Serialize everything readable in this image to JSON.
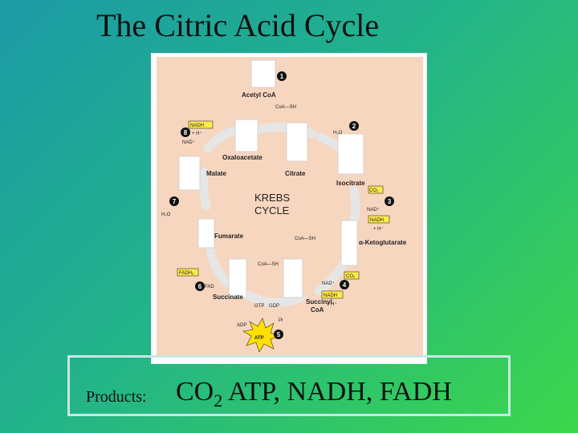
{
  "title": "The Citric Acid Cycle",
  "diagram": {
    "center_line1": "KREBS",
    "center_line2": "CYCLE",
    "compounds": {
      "acetyl_coa": "Acetyl CoA",
      "oxaloacetate": "Oxaloacetate",
      "citrate": "Citrate",
      "isocitrate": "Isocitrate",
      "alpha_ketoglutarate": "α-Ketoglutarate",
      "succinyl_coa_1": "Succinyl",
      "succinyl_coa_2": "CoA",
      "succinate": "Succinate",
      "fumarate": "Fumarate",
      "malate": "Malate"
    },
    "cofactors": {
      "coa_sh_top": "CoA—SH",
      "h2o_2": "H₂O",
      "co2_3": "CO₂",
      "nad_3": "NAD⁺",
      "nadh_3": "NADH",
      "h_3": "+ H⁺",
      "coa_sh_4": "CoA—SH",
      "co2_4": "CO₂",
      "nad_4": "NAD⁺",
      "nadh_4": "NADH",
      "h_4": "+ H⁺",
      "gtp": "GTP",
      "gdp": "GDP",
      "pi": "Pi",
      "adp": "ADP",
      "atp": "ATP",
      "coa_sh_5": "CoA—SH",
      "fadh2": "FADH₂",
      "fad": "FAD",
      "h2o_7": "H₂O",
      "nadh_8": "NADH",
      "h_8": "+ H⁺",
      "nad_8": "NAD⁺"
    },
    "steps": [
      "1",
      "2",
      "3",
      "4",
      "5",
      "6",
      "7",
      "8"
    ],
    "colors": {
      "background": "#f7d6bf",
      "arrow": "#ececec",
      "yellow_box": "#ffe84a",
      "atp_burst": "#ffe000"
    }
  },
  "products": {
    "label": "Products:",
    "co": "CO",
    "co_sub": "2",
    "rest": " ATP, NADH, FADH"
  }
}
